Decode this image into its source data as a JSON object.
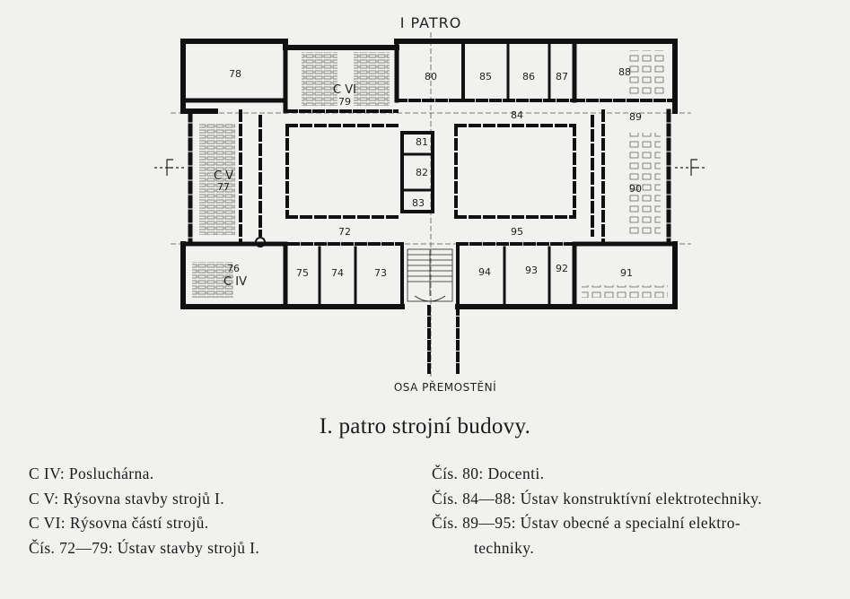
{
  "plan": {
    "title": "I PATRO",
    "bottom_label": "OSA PŘEMOSTĚNÍ",
    "section_mark": "F",
    "rooms": {
      "r78": "78",
      "r79": "79",
      "cvi": "C VI",
      "r80": "80",
      "r85": "85",
      "r86": "86",
      "r87": "87",
      "r88": "88",
      "r84": "84",
      "r89": "89",
      "r81": "81",
      "r82": "82",
      "r83": "83",
      "cv": "C V",
      "r77": "77",
      "r90": "90",
      "r72": "72",
      "r95": "95",
      "r76": "76",
      "civ": "C IV",
      "r75": "75",
      "r74": "74",
      "r73": "73",
      "r94": "94",
      "r93": "93",
      "r92": "92",
      "r91": "91"
    }
  },
  "caption": "I. patro strojní budovy.",
  "legend": {
    "left": [
      {
        "key": "C IV:",
        "text": "Posluchárna."
      },
      {
        "key": "C V:",
        "text": "Rýsovna stavby strojů I."
      },
      {
        "key": "C VI:",
        "text": "Rýsovna částí strojů."
      },
      {
        "key": "Čís. 72—79:",
        "text": "Ústav stavby strojů I."
      }
    ],
    "right": [
      {
        "key": "Čís. 80:",
        "text": "Docenti."
      },
      {
        "key": "Čís. 84—88:",
        "text": "Ústav konstruktívní elektrotechniky."
      },
      {
        "key": "Čís. 89—95:",
        "text": "Ústav obecné a specialní elektro-"
      },
      {
        "key": "",
        "text": "techniky."
      }
    ]
  },
  "colors": {
    "ink": "#1a1a1a",
    "paper": "#f1f1ef"
  }
}
